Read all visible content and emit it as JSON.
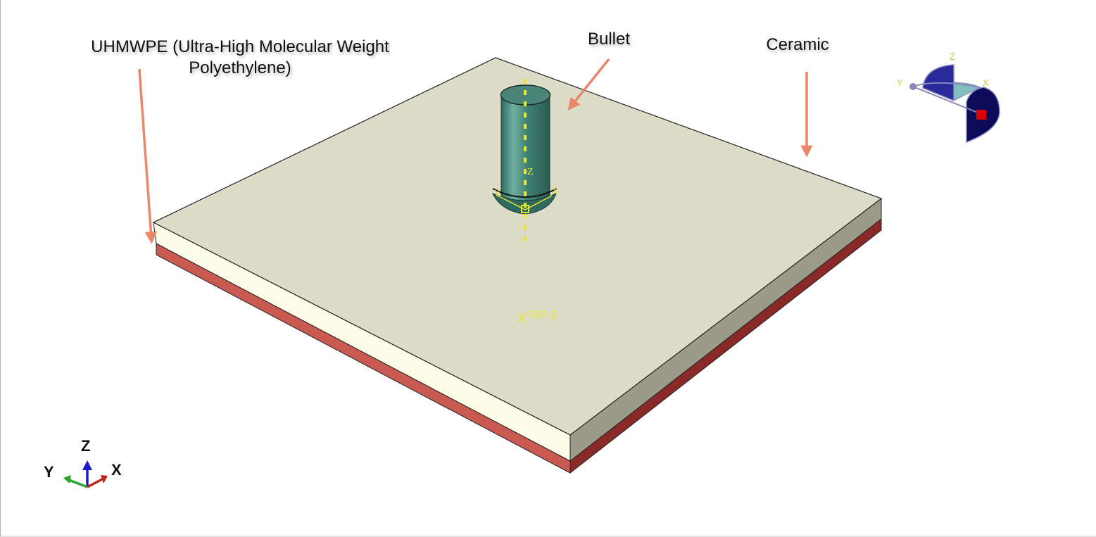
{
  "annotations": {
    "uhmwpe": "UHMWPE (Ultra-High Molecular Weight Polyethylene)",
    "uhmwpe_line1": "UHMWPE (Ultra-High Molecular Weight",
    "uhmwpe_line2": "Polyethylene)",
    "bullet": "Bullet",
    "ceramic": "Ceramic"
  },
  "model": {
    "reference_point": "RP-2",
    "bullet_csys": {
      "z": "Z",
      "x": "X",
      "y": "Y"
    },
    "layers": [
      {
        "name": "Ceramic",
        "color": "#d9d9c6"
      },
      {
        "name": "UHMWPE",
        "color": "#c85a52"
      }
    ],
    "bullet_color": "#3f7a6e"
  },
  "view_cube": {
    "z": "Z",
    "y": "Y",
    "x": "X"
  },
  "global_triad": {
    "z": "Z",
    "y": "Y",
    "x": "X"
  },
  "colors": {
    "arrow": "#e8876a",
    "annotation_yellow": "#e6e633",
    "triad_x": "#c0241e",
    "triad_y": "#2aa52a",
    "triad_z": "#1a1ac8"
  }
}
